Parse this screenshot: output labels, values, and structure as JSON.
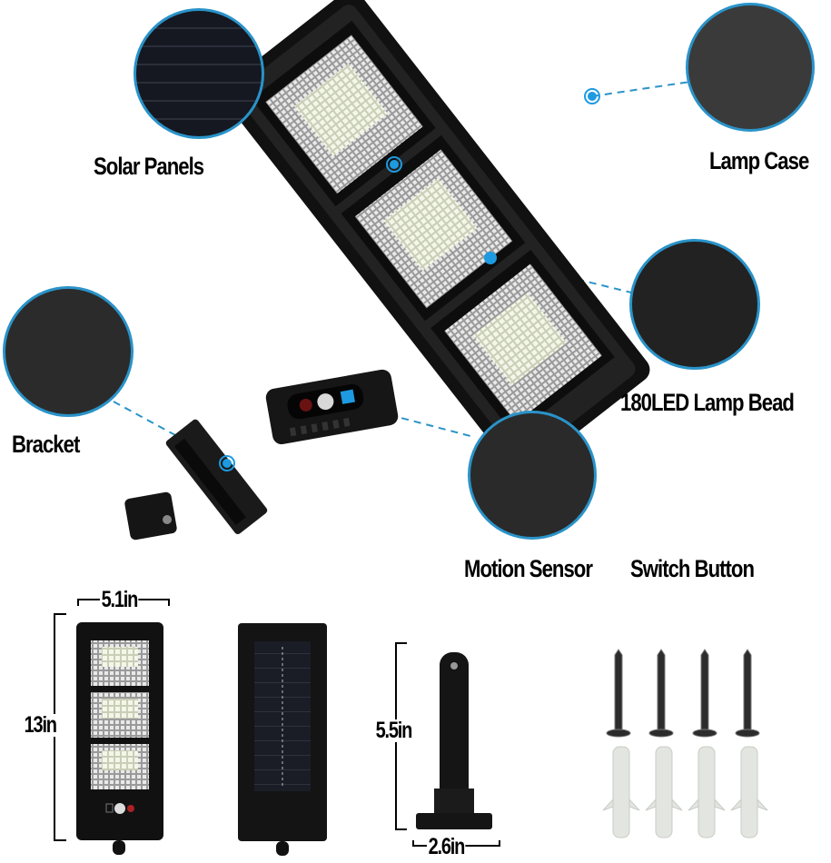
{
  "colors": {
    "accent": "#1e9ae0",
    "callout_ring": "#2a93c9",
    "body": "#151515",
    "led": "#f2f5e6"
  },
  "callouts": {
    "solar_panels": "Solar Panels",
    "lamp_case": "Lamp Case",
    "led_bead": "180LED Lamp Bead",
    "bracket": "Bracket",
    "motion_sensor": "Motion Sensor",
    "switch_button": "Switch Button"
  },
  "dimensions": {
    "lamp_width": "5.1in",
    "lamp_height": "13in",
    "bracket_height": "5.5in",
    "bracket_width": "2.6in"
  },
  "accessories": {
    "screws": 4,
    "anchors": 4
  }
}
